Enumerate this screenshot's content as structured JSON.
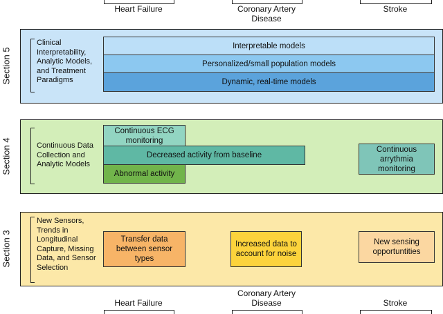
{
  "columns": {
    "top": [
      "Heart Failure",
      "Coronary Artery Disease",
      "Stroke"
    ],
    "bottom": [
      "Heart Failure",
      "Coronary Artery Disease",
      "Stroke"
    ]
  },
  "sections": [
    {
      "side_label": "Section 5",
      "description": "Clinical Interpretability, Analytic Models, and Treatment Paradigms",
      "panel_color": "#c9e4f8",
      "rows": [
        "Interpretable models",
        "Personalized/small population models",
        "Dynamic, real-time models"
      ]
    },
    {
      "side_label": "Section 4",
      "description": "Continuous Data Collection and Analytic Models",
      "panel_color": "#d3eeb9",
      "boxes": [
        "Continuous ECG monitoring",
        "Decreased activity from baseline",
        "Abnormal activity",
        "Continuous arrythmia monitoring"
      ]
    },
    {
      "side_label": "Section 3",
      "description": "New Sensors, Trends in Longitudinal Capture, Missing Data, and Sensor Selection",
      "panel_color": "#fce8a8",
      "boxes": [
        "Transfer data between sensor types",
        "Increased data to account for noise",
        "New sensing opportuntities"
      ]
    }
  ]
}
